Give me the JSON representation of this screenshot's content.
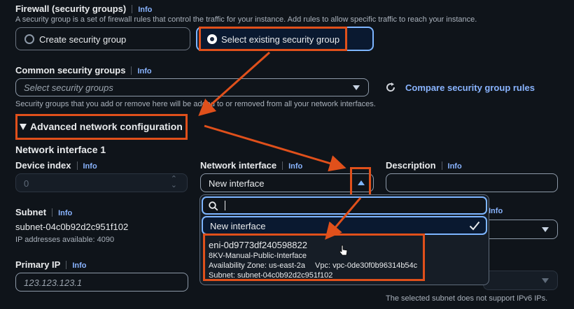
{
  "firewall": {
    "title": "Firewall (security groups)",
    "info": "Info",
    "description": "A security group is a set of firewall rules that control the traffic for your instance. Add rules to allow specific traffic to reach your instance.",
    "option_create": "Create security group",
    "option_select": "Select existing security group"
  },
  "common_sg": {
    "title": "Common security groups",
    "info": "Info",
    "placeholder": "Select security groups",
    "compare_link": "Compare security group rules",
    "hint": "Security groups that you add or remove here will be added to or removed from all your network interfaces."
  },
  "advanced": {
    "toggle_label": "Advanced network configuration"
  },
  "network_interface_1": {
    "title": "Network interface 1",
    "device_index": {
      "label": "Device index",
      "info": "Info",
      "value": "0"
    },
    "network_interface": {
      "label": "Network interface",
      "info": "Info",
      "value": "New interface"
    },
    "description": {
      "label": "Description",
      "info": "Info",
      "value": ""
    },
    "subnet": {
      "label": "Subnet",
      "info": "Info",
      "value": "subnet-04c0b92d2c951f102",
      "available": "IP addresses available: 4090"
    },
    "primary_ip": {
      "label": "Primary IP",
      "info": "Info",
      "placeholder": "123.123.123.1"
    },
    "hidden_info": "Info",
    "ipv6_note": "The selected subnet does not support IPv6 IPs."
  },
  "dropdown": {
    "search_value": "",
    "selected_option": "New interface",
    "eni": {
      "id": "eni-0d9773df240598822",
      "name": "8KV-Manual-Public-Interface",
      "az": "Availability Zone: us-east-2a",
      "vpc": "Vpc: vpc-0de30f0b96314b54c",
      "subnet": "Subnet: subnet-04c0b92d2c951f102"
    }
  },
  "colors": {
    "accent": "#0972d3",
    "highlight": "#e0501b",
    "link": "#89b4ff",
    "background": "#0f141a"
  },
  "icons": [
    "radio-icon",
    "caret-down-icon",
    "refresh-icon",
    "triangle-down-icon",
    "stepper-icon",
    "search-icon",
    "checkmark-icon",
    "pointer-cursor-icon"
  ]
}
